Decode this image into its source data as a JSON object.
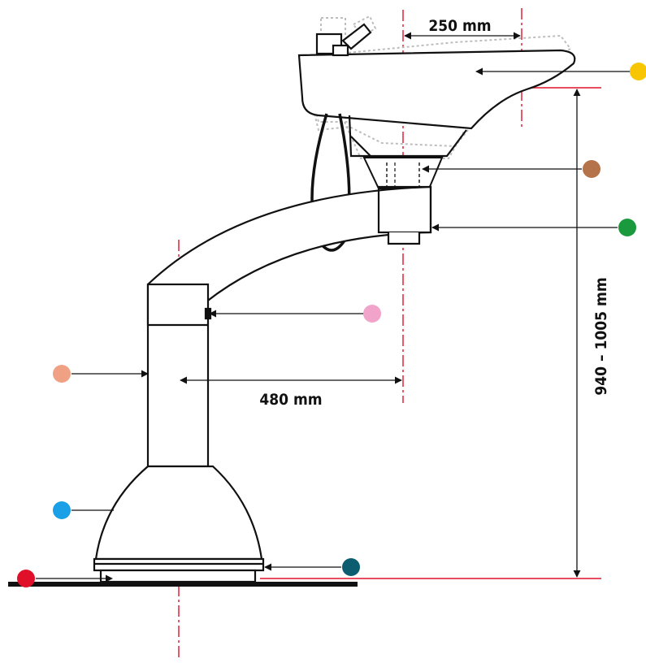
{
  "dimensions": {
    "bowl_offset": "250 mm",
    "arm_reach": "480 mm",
    "height_range": "940 – 1005 mm"
  },
  "colors": {
    "axis_red": "#e0102a",
    "outline": "#111111",
    "ghost_outline": "#bdbdbd",
    "floor": "#111111"
  },
  "callouts": [
    {
      "id": "bowl",
      "color": "#f7c600"
    },
    {
      "id": "drain-connector",
      "color": "#b5734c"
    },
    {
      "id": "arm-end-block",
      "color": "#1a9a3c"
    },
    {
      "id": "arm-joint",
      "color": "#f2a3c9"
    },
    {
      "id": "column",
      "color": "#f0a184"
    },
    {
      "id": "base-cover",
      "color": "#1aa0e6"
    },
    {
      "id": "base-plate",
      "color": "#0d5d70"
    },
    {
      "id": "floor-fixing",
      "color": "#e0102a"
    }
  ]
}
